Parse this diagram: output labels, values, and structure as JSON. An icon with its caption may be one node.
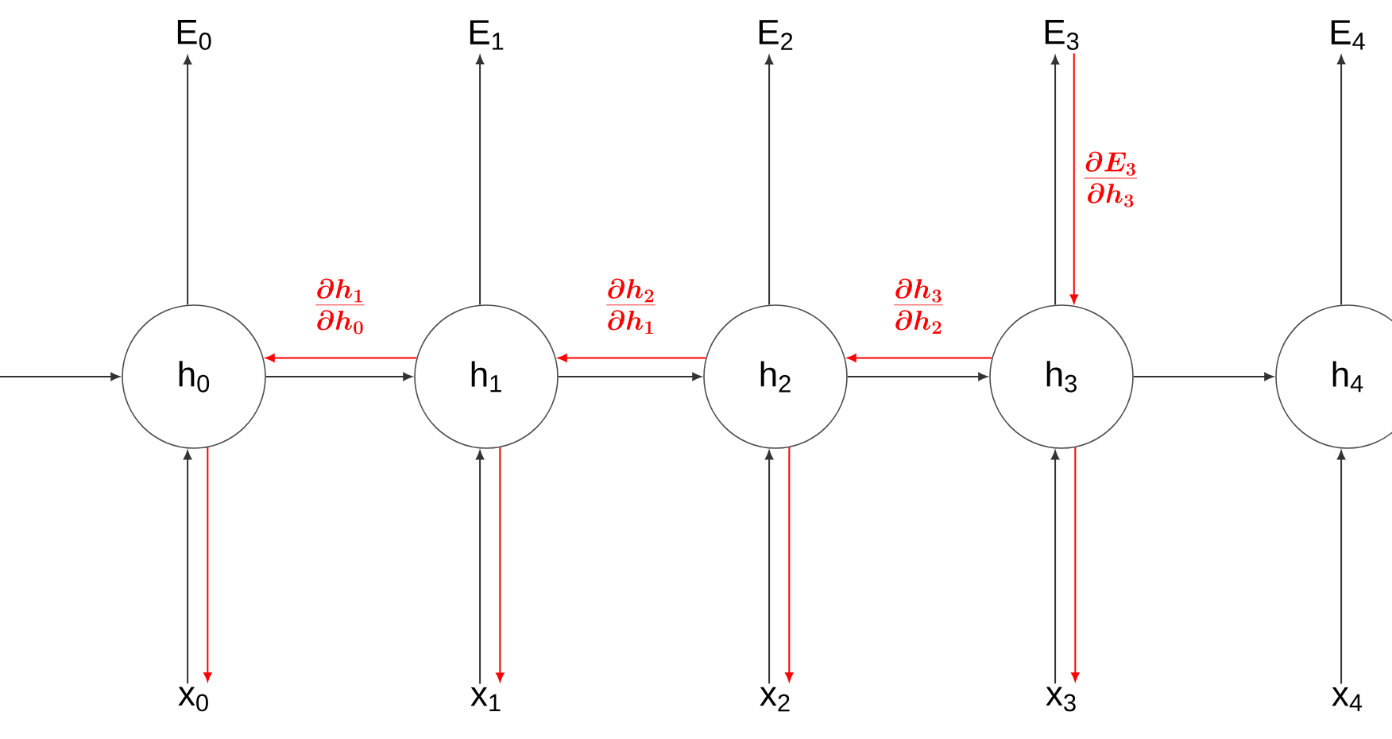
{
  "diagram": {
    "nodes": [
      {
        "text": [
          "E$_{0}$"
        ]
      },
      {
        "text": [
          "E$_{1}$"
        ]
      },
      {
        "text": [
          "E$_{2}$"
        ]
      },
      {
        "text": [
          "E$_{3}$"
        ]
      },
      {
        "text": [
          "E$_{4}$"
        ]
      },
      {
        "text": [
          "h$_{0}$"
        ]
      },
      {
        "text": [
          "h$_{1}$"
        ]
      },
      {
        "text": [
          "h$_{2}$"
        ]
      },
      {
        "text": [
          "h$_{3}$"
        ]
      },
      {
        "text": [
          "h$_{4}$"
        ]
      },
      {
        "text": [
          "x$_{0}$"
        ]
      },
      {
        "text": [
          "x$_{1}$"
        ]
      },
      {
        "text": [
          "x$_{2}$"
        ]
      },
      {
        "text": [
          "x$_{3}$"
        ]
      },
      {
        "text": [
          "x$_{4}$"
        ]
      }
    ],
    "edges": [
      {
        "from": null,
        "to": 5,
        "arrow": "to"
      },
      {
        "from": 5,
        "to": 6,
        "arrow": "to"
      },
      {
        "from": 6,
        "to": 7,
        "arrow": "to"
      },
      {
        "from": 7,
        "to": 8,
        "arrow": "to"
      },
      {
        "from": 8,
        "to": 9,
        "arrow": "to"
      },
      {
        "from": 6,
        "to": 5,
        "arrow": "to",
        "color": "#ff0000",
        "label": "\\frac{\\partial h_1}{\\partial h_0}"
      },
      {
        "from": 7,
        "to": 6,
        "arrow": "to",
        "color": "#ff0000",
        "label": "\\frac{\\partial h_2}{\\partial h_1}"
      },
      {
        "from": 8,
        "to": 7,
        "arrow": "to",
        "color": "#ff0000",
        "label": "\\frac{\\partial h_3}{\\partial h_2}"
      },
      {
        "from": 5,
        "to": 0,
        "arrow": "to"
      },
      {
        "from": 6,
        "to": 1,
        "arrow": "to"
      },
      {
        "from": 7,
        "to": 2,
        "arrow": "to"
      },
      {
        "from": 8,
        "to": 3,
        "arrow": "to"
      },
      {
        "from": 9,
        "to": 4,
        "arrow": "to"
      },
      {
        "from": 10,
        "to": 5,
        "arrow": "to"
      },
      {
        "from": 11,
        "to": 6,
        "arrow": "to"
      },
      {
        "from": 12,
        "to": 7,
        "arrow": "to"
      },
      {
        "from": 13,
        "to": 8,
        "arrow": "to"
      },
      {
        "from": 14,
        "to": 9,
        "arrow": "to"
      },
      {
        "from": 5,
        "to": 10,
        "arrow": "to",
        "color": "#ff0000"
      },
      {
        "from": 6,
        "to": 11,
        "arrow": "to",
        "color": "#ff0000"
      },
      {
        "from": 7,
        "to": 12,
        "arrow": "to",
        "color": "#ff0000"
      },
      {
        "from": 8,
        "to": 13,
        "arrow": "to",
        "color": "#ff0000"
      },
      {
        "from": 3,
        "to": 8,
        "arrow": "to",
        "color": "#ff0000",
        "label": "\\frac{\\partial E_3}{\\partial h_3}"
      }
    ]
  }
}
